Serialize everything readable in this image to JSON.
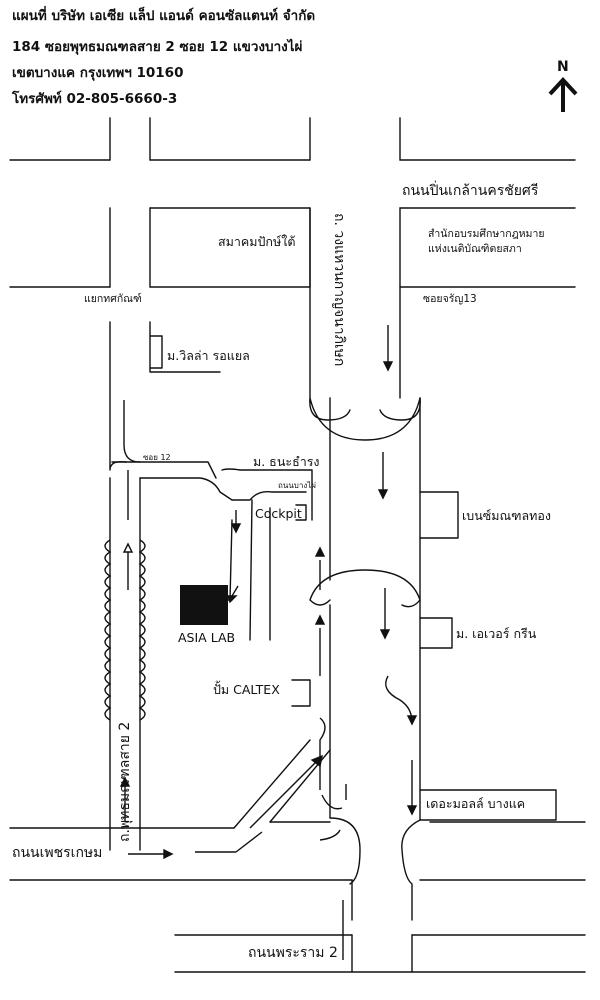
{
  "header": {
    "line1": "แผนที่ บริษัท เอเซีย แล็ป แอนด์ คอนซัลแตนท์ จำกัด",
    "line2": "184 ซอยพุทธมณฑลสาย 2 ซอย 12 แขวงบางไผ่",
    "line3": "เขตบางแค กรุงเทพฯ 10160",
    "line4": "โทรศัพท์ 02-805-6660-3"
  },
  "compass": {
    "label": "N"
  },
  "roads": {
    "pinklao": "ถนนปิ่นเกล้านครชัยศรี",
    "kanchana": "ถ. วงแหวนกาญจนาภิเษก",
    "phutthamonthon": "ถ.พุทธมณฑลสาย 2",
    "phetkasem": "ถนนเพชรเกษม",
    "rama2": "ถนนพระราม 2",
    "soi12": "ซอย 12",
    "bangphai": "ถนนบางไผ่"
  },
  "places": {
    "bird_association": "สมาคมปักษ์ใต้",
    "law_institute_1": "สำนักอบรมศึกษากฎหมาย",
    "law_institute_2": "แห่งเนติบัณฑิตยสภา",
    "thotsakan_junction": "แยกทศกัณฑ์",
    "soi_charan13": "ซอยจรัญ13",
    "villa_royal": "ม.วิลล่า รอแยล",
    "thanatharong": "ม. ธนะธำรง",
    "cockpit": "Cockpit",
    "benchamin": "เบนซ์มณฑลทอง",
    "asia_lab": "ASIA LAB",
    "ever_green": "ม. เอเวอร์ กรีน",
    "caltex": "ปั้ม CALTEX",
    "the_mall": "เดอะมอลล์ บางแค"
  }
}
